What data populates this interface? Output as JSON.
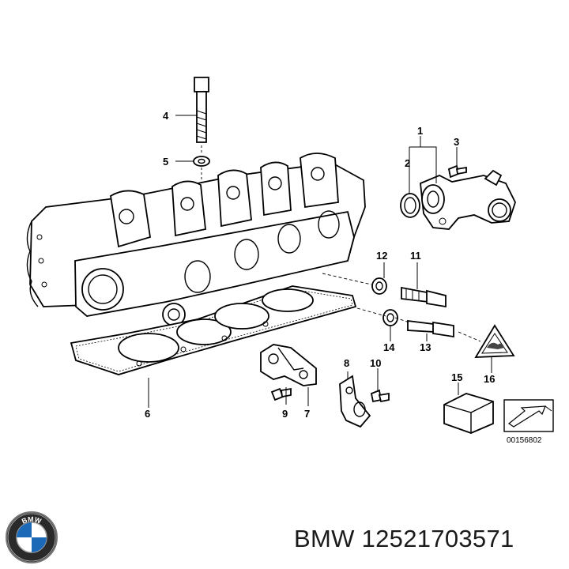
{
  "diagram": {
    "callouts": [
      "1",
      "2",
      "3",
      "4",
      "5",
      "6",
      "7",
      "8",
      "9",
      "10",
      "11",
      "12",
      "13",
      "14",
      "15",
      "16"
    ],
    "reference_code": "00156802"
  },
  "footer": {
    "brand_logo_text": "BMW",
    "part_label": "BMW 12521703571"
  }
}
